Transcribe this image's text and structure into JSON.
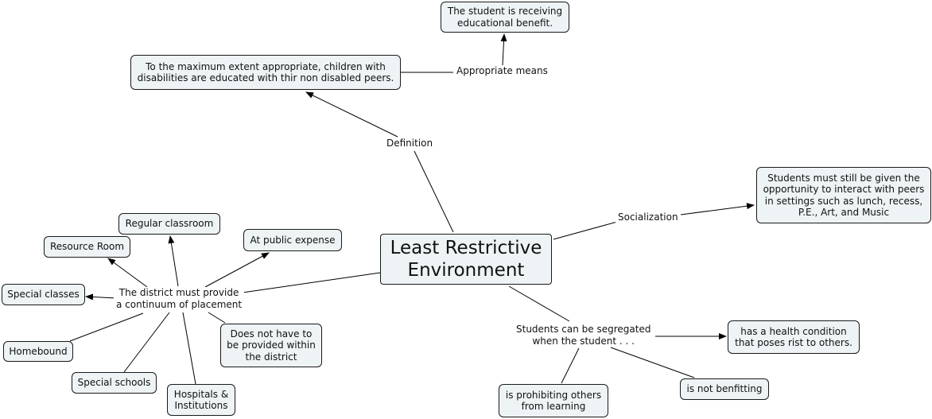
{
  "center": "Least Restrictive\nEnvironment",
  "links": {
    "definition": "Definition",
    "appropriate_means": "Appropriate means",
    "socialization": "Socialization",
    "district": "The district must provide\na continuum of placement",
    "segregated": "Students can be segregated\nwhen the student . . ."
  },
  "nodes": {
    "definition_text": "To the maximum extent appropriate, children with\ndisabilities are educated with thir non disabled peers.",
    "benefit": "The student is receiving\neducational benefit.",
    "socialization_text": "Students must still be given the\nopportunity to interact with peers\nin settings such as lunch, recess,\nP.E., Art, and Music",
    "regular_classroom": "Regular classroom",
    "resource_room": "Resource Room",
    "public_expense": "At public expense",
    "special_classes": "Special classes",
    "homebound": "Homebound",
    "special_schools": "Special schools",
    "hospitals": "Hospitals &\nInstitutions",
    "not_within_district": "Does not have to\nbe provided within\nthe district",
    "health_condition": "has a health condition\nthat poses rist to others.",
    "prohibiting_others": "is prohibiting others\nfrom learning",
    "not_benefitting": "is not benfitting"
  }
}
